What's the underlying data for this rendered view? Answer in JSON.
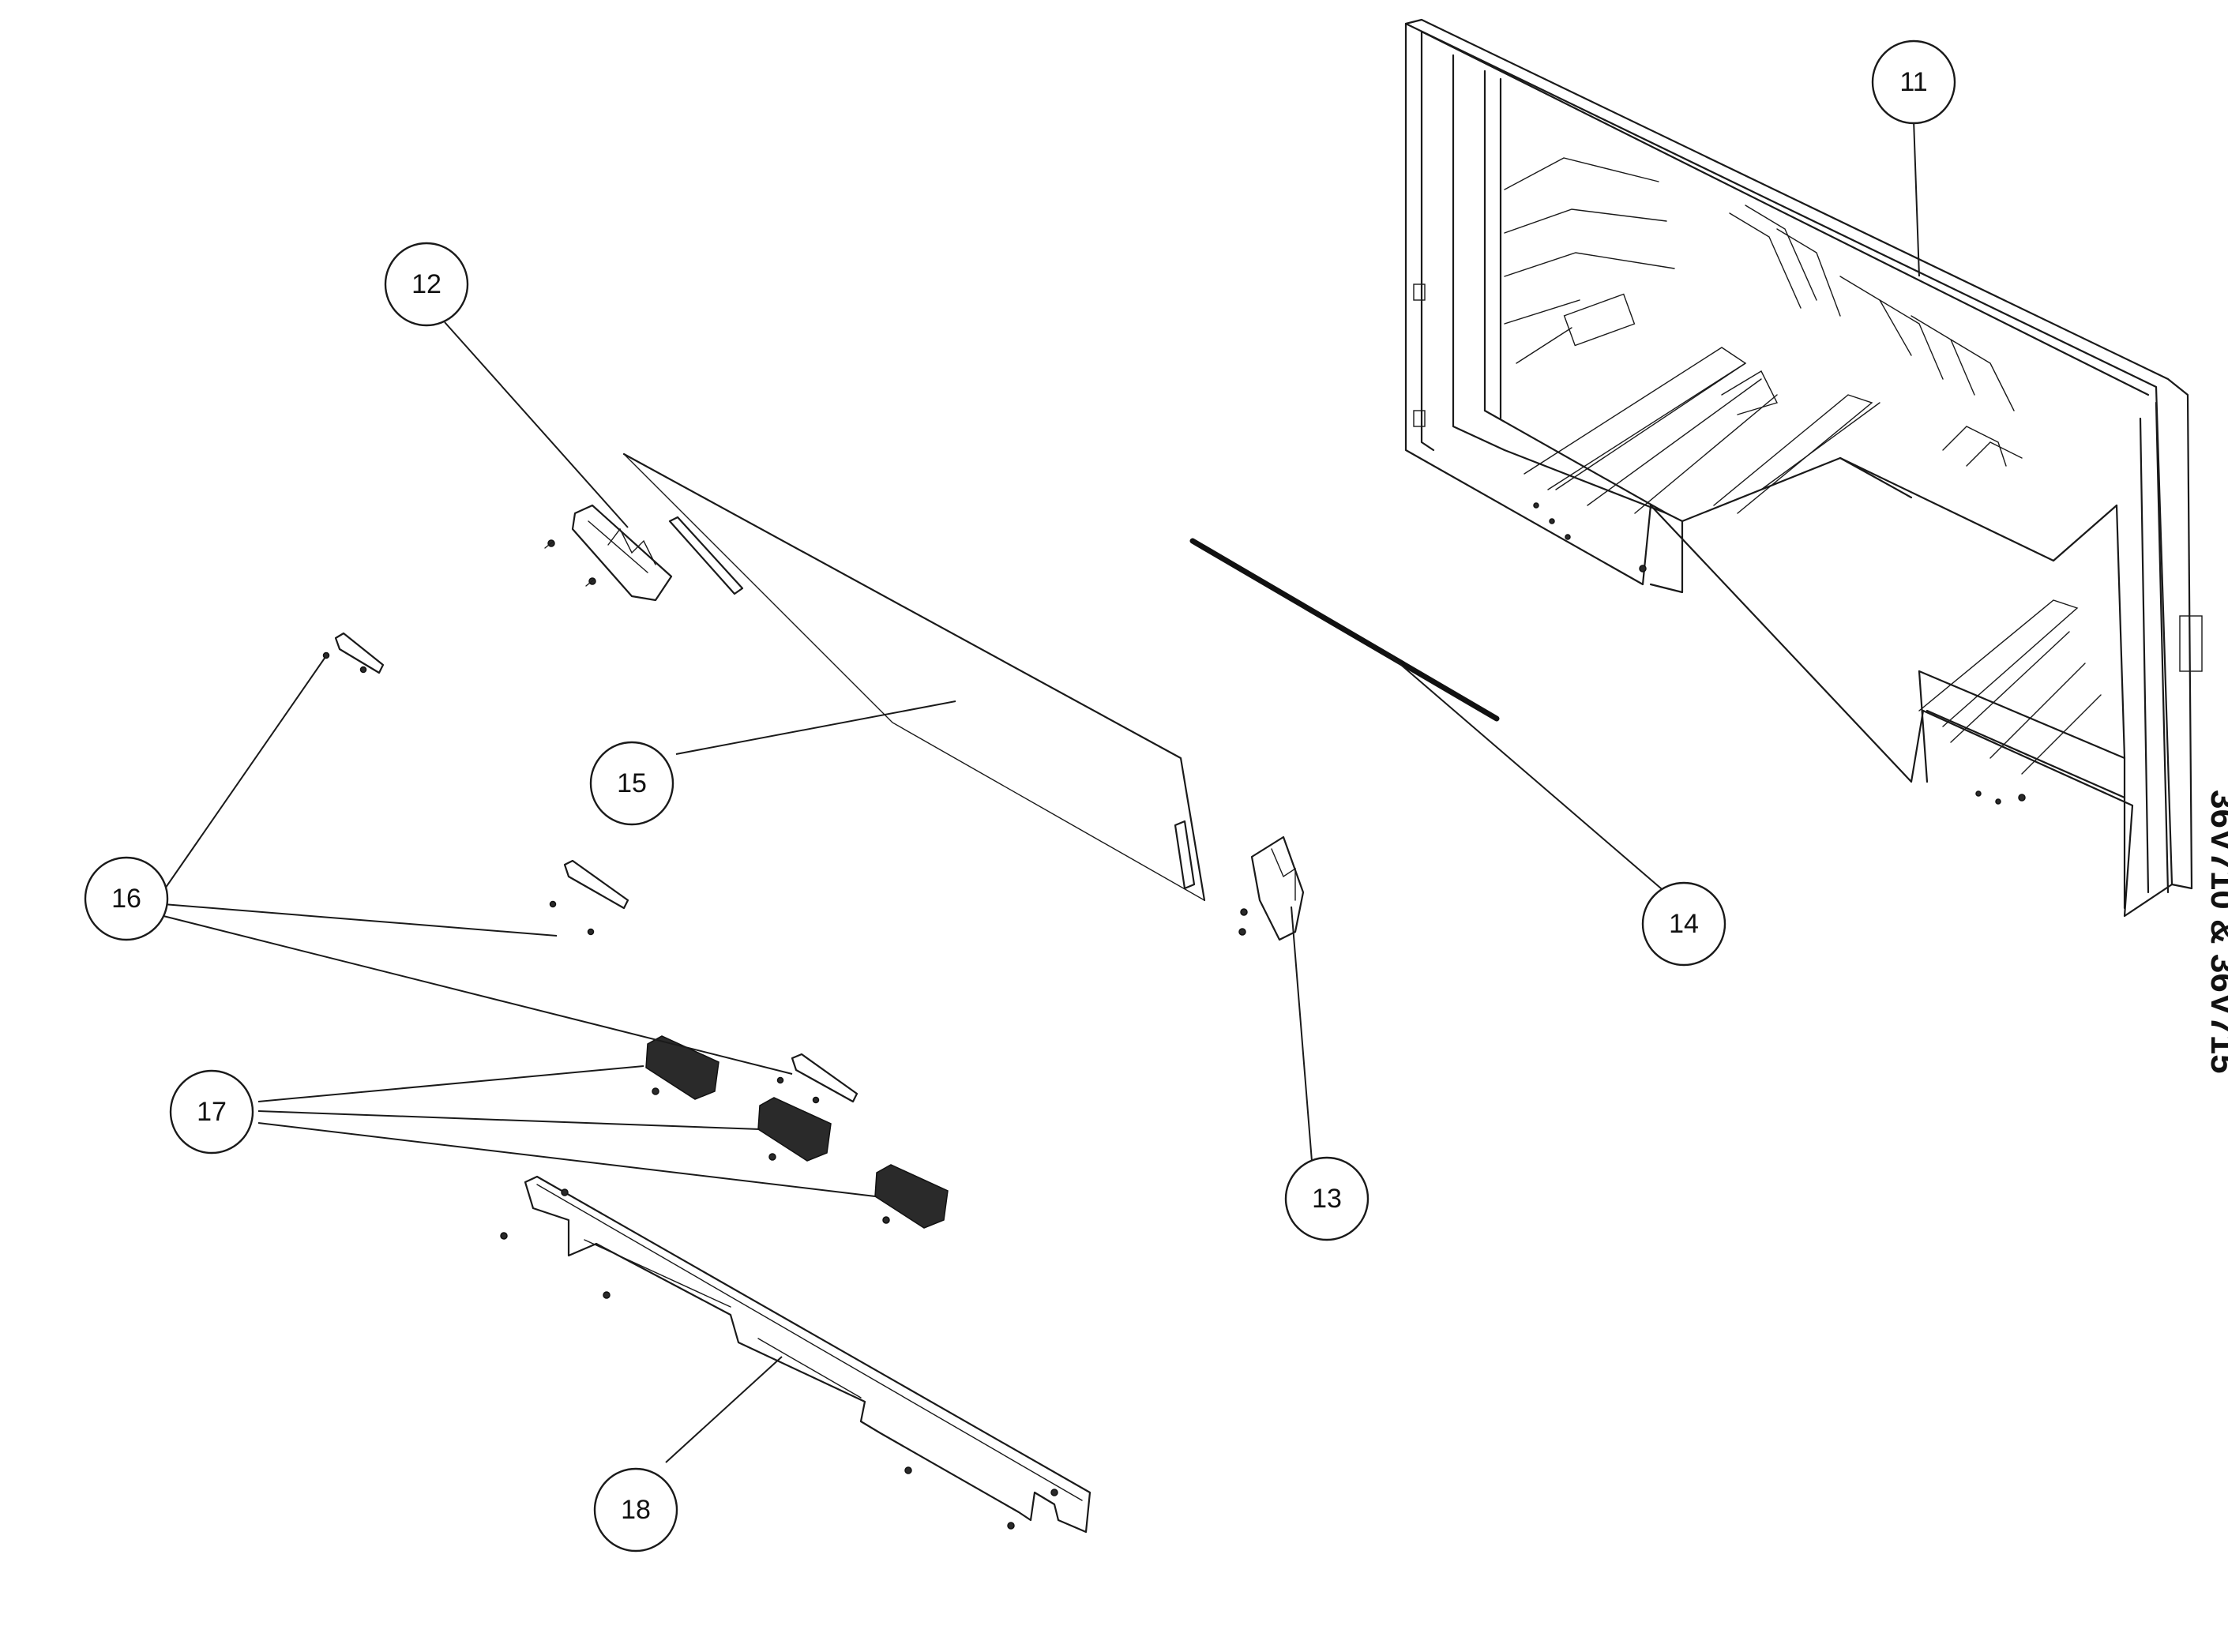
{
  "callouts": [
    {
      "id": "11",
      "label": "11"
    },
    {
      "id": "12",
      "label": "12"
    },
    {
      "id": "13",
      "label": "13"
    },
    {
      "id": "14",
      "label": "14"
    },
    {
      "id": "15",
      "label": "15"
    },
    {
      "id": "16",
      "label": "16"
    },
    {
      "id": "17",
      "label": "17"
    },
    {
      "id": "18",
      "label": "18"
    }
  ],
  "side_label": "36V710 & 36V715",
  "colors": {
    "ink": "#1a1a1a",
    "paper": "#ffffff"
  }
}
